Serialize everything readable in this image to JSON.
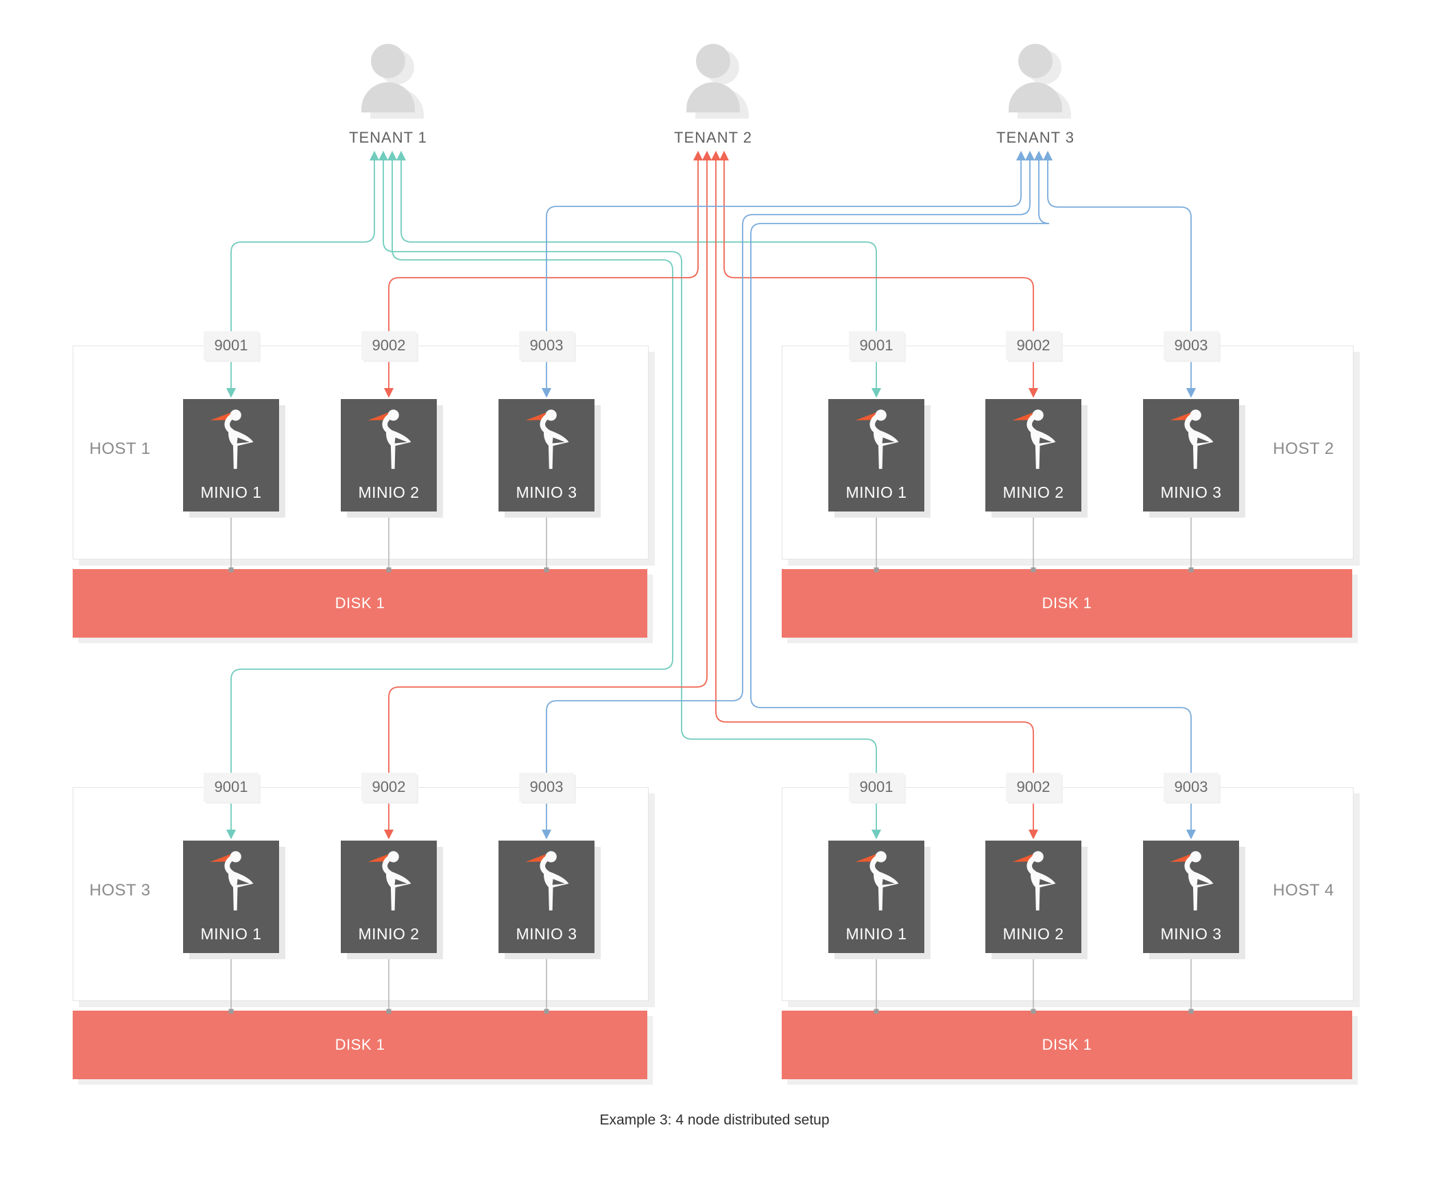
{
  "caption": "Example 3: 4 node distributed setup",
  "colors": {
    "tenant1": "#71CCBD",
    "tenant2": "#F06553",
    "tenant3": "#7AABDB",
    "disk": "#F0766B",
    "minio_box": "#5B5B5B",
    "minio_logo_accent": "#EE5B31",
    "connector_gray": "#B3B3B3"
  },
  "tenants": [
    {
      "label": "TENANT 1"
    },
    {
      "label": "TENANT 2"
    },
    {
      "label": "TENANT 3"
    }
  ],
  "hosts": [
    {
      "label": "HOST 1",
      "disk_label": "DISK 1",
      "ports": [
        "9001",
        "9002",
        "9003"
      ],
      "nodes": [
        "MINIO 1",
        "MINIO 2",
        "MINIO 3"
      ]
    },
    {
      "label": "HOST 2",
      "disk_label": "DISK 1",
      "ports": [
        "9001",
        "9002",
        "9003"
      ],
      "nodes": [
        "MINIO 1",
        "MINIO 2",
        "MINIO 3"
      ]
    },
    {
      "label": "HOST 3",
      "disk_label": "DISK 1",
      "ports": [
        "9001",
        "9002",
        "9003"
      ],
      "nodes": [
        "MINIO 1",
        "MINIO 2",
        "MINIO 3"
      ]
    },
    {
      "label": "HOST 4",
      "disk_label": "DISK 1",
      "ports": [
        "9001",
        "9002",
        "9003"
      ],
      "nodes": [
        "MINIO 1",
        "MINIO 2",
        "MINIO 3"
      ]
    }
  ],
  "connections": [
    {
      "tenant": "TENANT 1",
      "host": "HOST 1",
      "port": "9001"
    },
    {
      "tenant": "TENANT 1",
      "host": "HOST 2",
      "port": "9001"
    },
    {
      "tenant": "TENANT 1",
      "host": "HOST 3",
      "port": "9001"
    },
    {
      "tenant": "TENANT 1",
      "host": "HOST 4",
      "port": "9001"
    },
    {
      "tenant": "TENANT 2",
      "host": "HOST 1",
      "port": "9002"
    },
    {
      "tenant": "TENANT 2",
      "host": "HOST 2",
      "port": "9002"
    },
    {
      "tenant": "TENANT 2",
      "host": "HOST 3",
      "port": "9002"
    },
    {
      "tenant": "TENANT 2",
      "host": "HOST 4",
      "port": "9002"
    },
    {
      "tenant": "TENANT 3",
      "host": "HOST 1",
      "port": "9003"
    },
    {
      "tenant": "TENANT 3",
      "host": "HOST 2",
      "port": "9003"
    },
    {
      "tenant": "TENANT 3",
      "host": "HOST 3",
      "port": "9003"
    },
    {
      "tenant": "TENANT 3",
      "host": "HOST 4",
      "port": "9003"
    }
  ]
}
